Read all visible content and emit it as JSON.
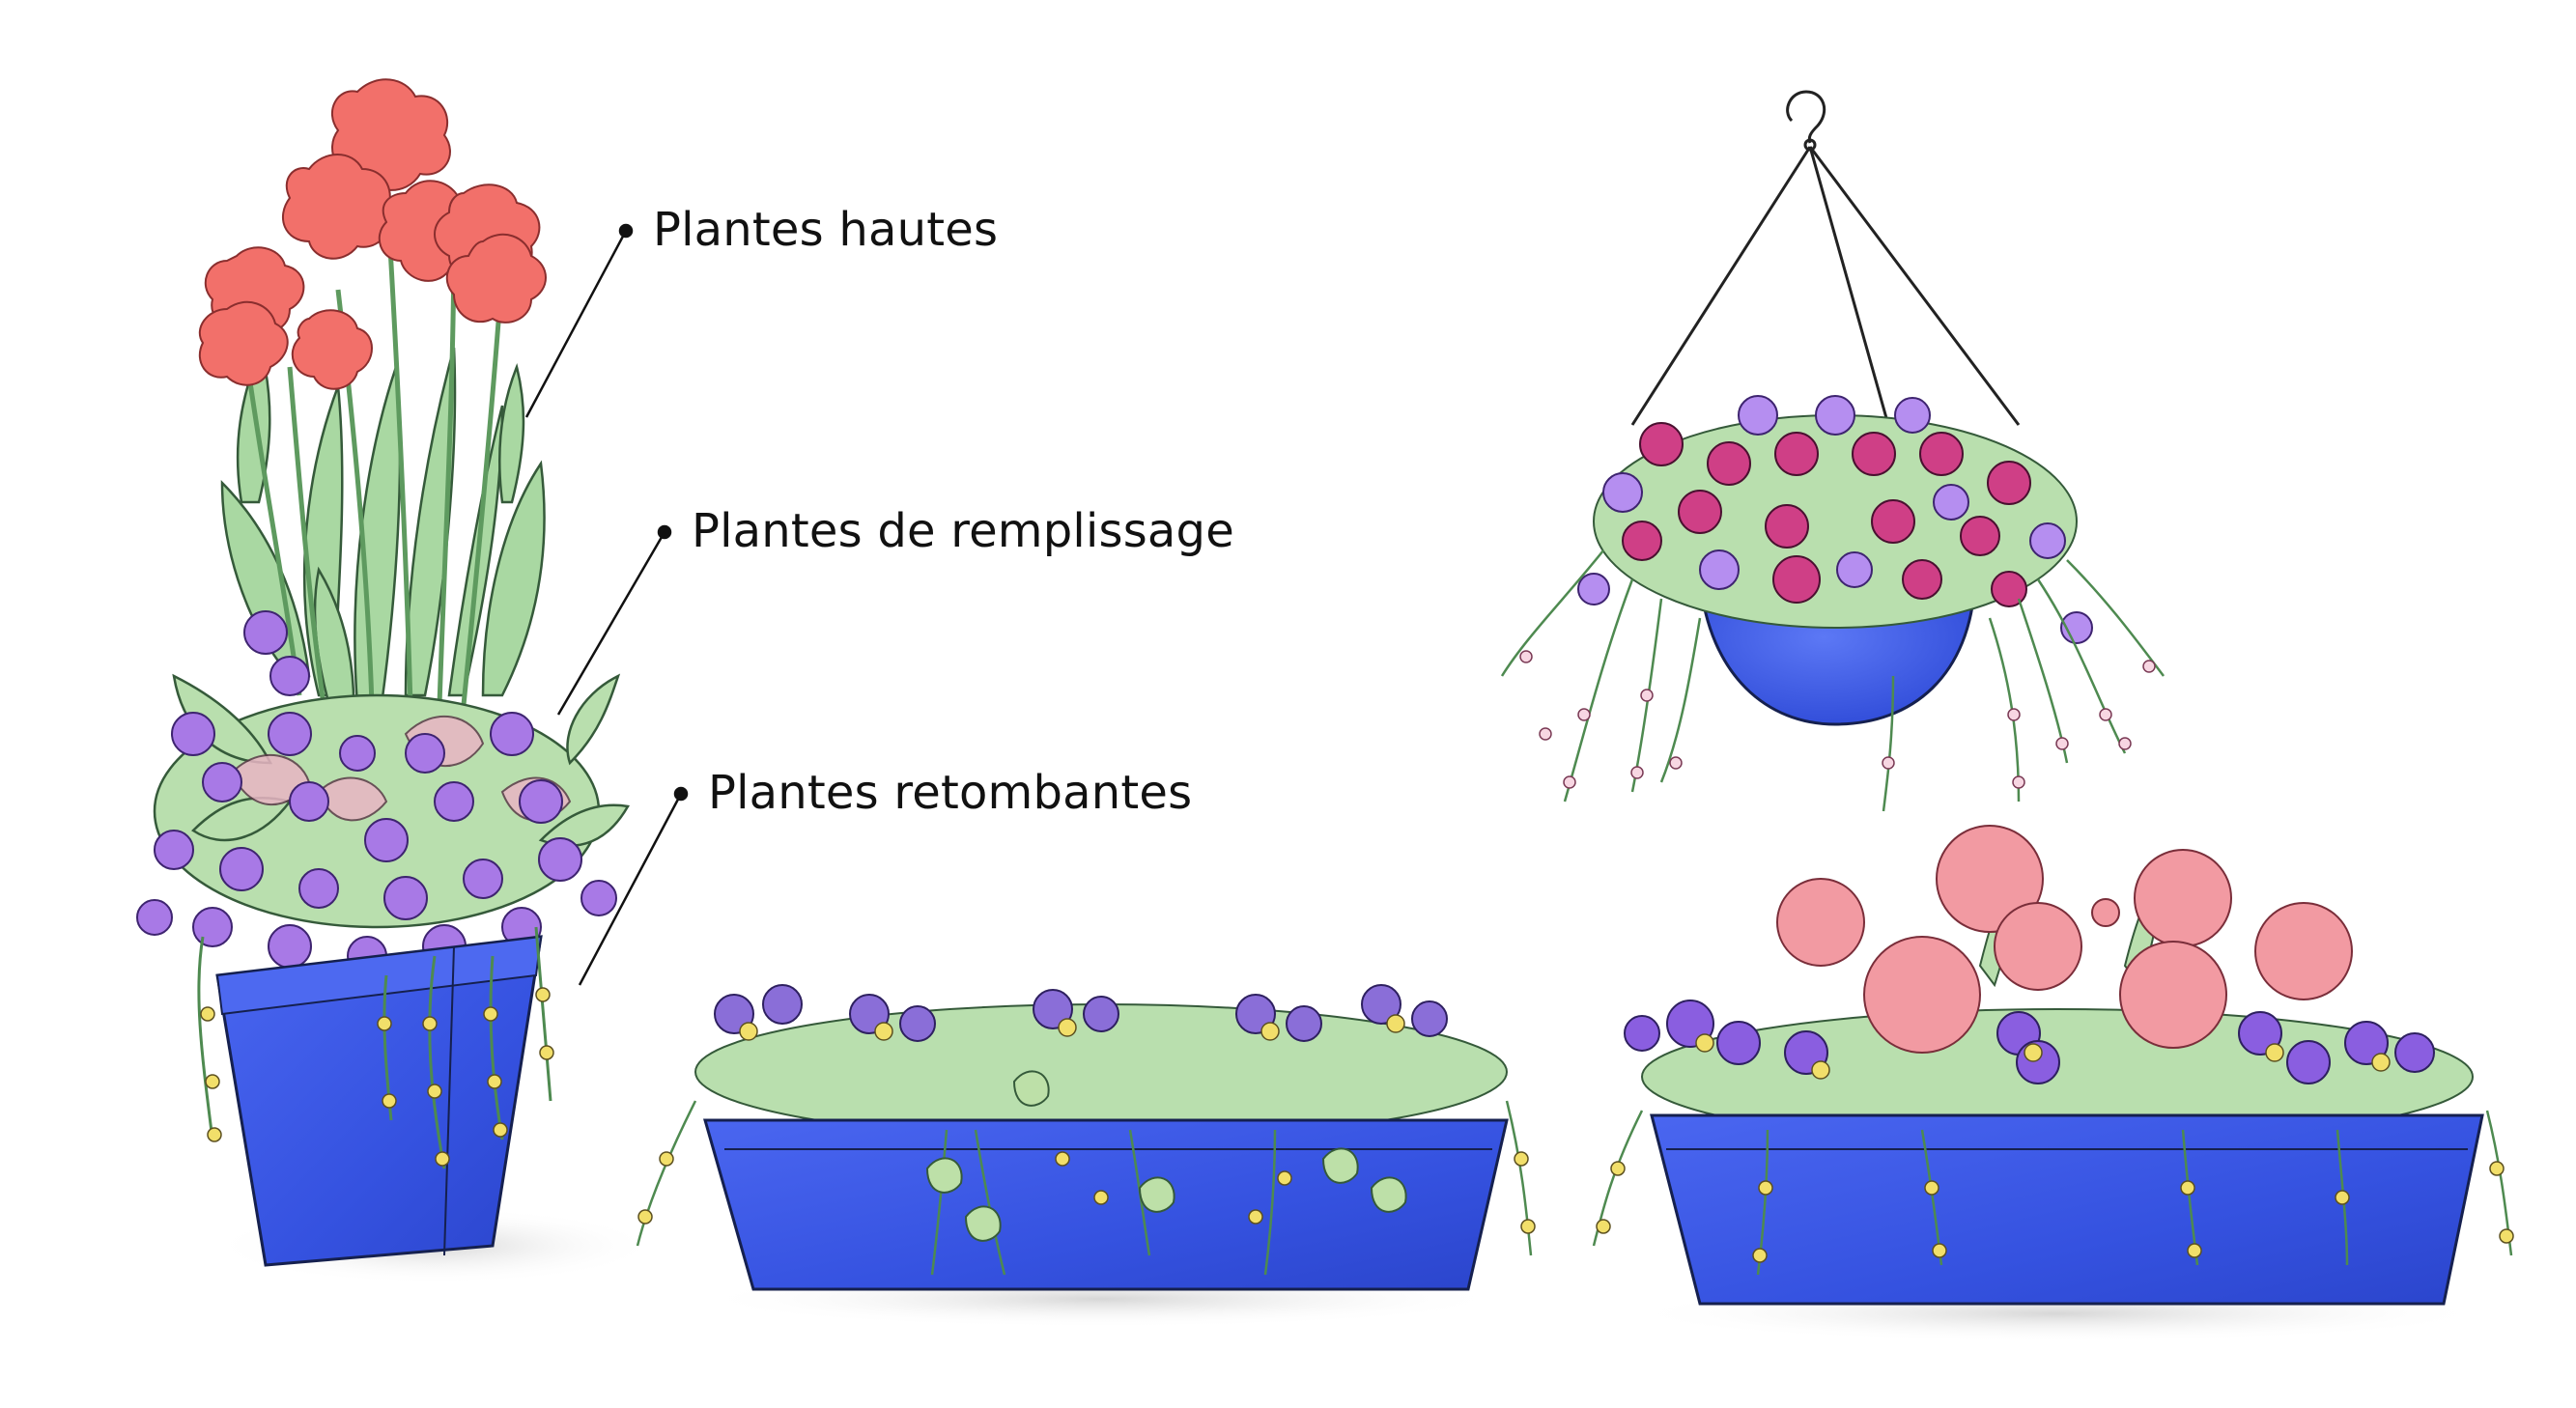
{
  "labels": {
    "tall": "Plantes hautes",
    "filler": "Plantes de remplissage",
    "trailing": "Plantes retombantes"
  },
  "colors": {
    "pot_blue": "#3654e0",
    "pot_blue_light": "#5a74f2",
    "canna_red": "#f2706a",
    "violet": "#9a6ee0",
    "magenta": "#cf3f86",
    "lavender": "#b58ef0",
    "leaf_green": "#a9d8a2",
    "leaf_dark": "#6fae73",
    "pink_dahlia": "#f29aa2",
    "yellow": "#f2df6a"
  }
}
